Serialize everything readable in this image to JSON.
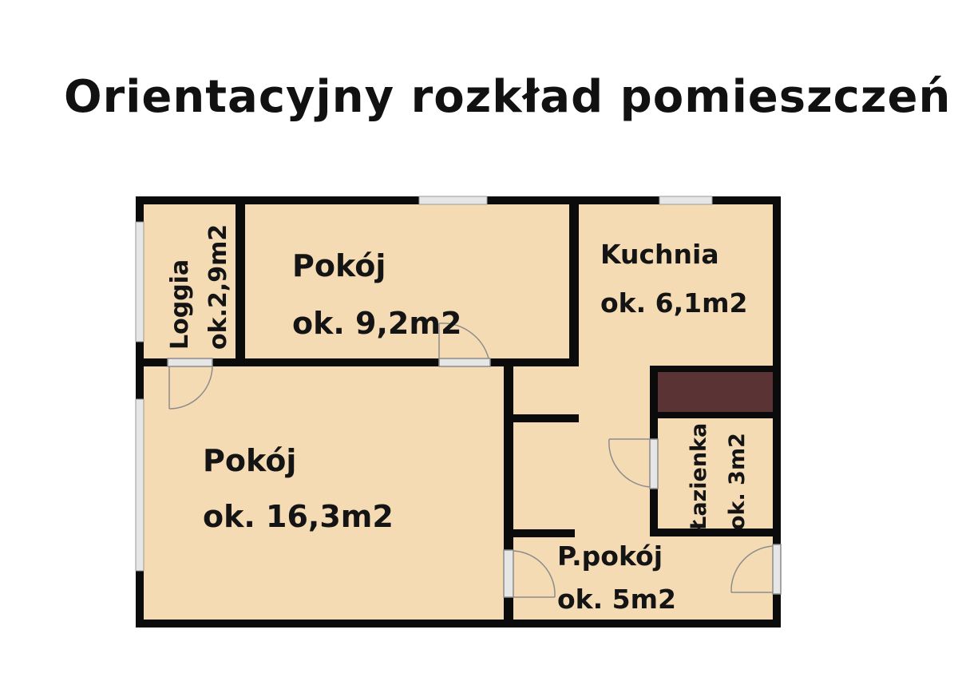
{
  "title": "Orientacyjny rozkład pomieszczeń",
  "colors": {
    "floor": "#f4dbb4",
    "wall": "#0b0b0b",
    "window": "#e6e6e6",
    "wardrobe": "#5a3434",
    "background": "#ffffff"
  },
  "rooms": {
    "loggia": {
      "name": "Loggia",
      "area": "ok.2,9m2"
    },
    "pokoj_small": {
      "name": "Pokój",
      "area": "ok. 9,2m2"
    },
    "kuchnia": {
      "name": "Kuchnia",
      "area": "ok. 6,1m2"
    },
    "pokoj_large": {
      "name": "Pokój",
      "area": "ok. 16,3m2"
    },
    "lazienka": {
      "name": "Łazienka",
      "area": "ok. 3m2"
    },
    "przedpokoj": {
      "name": "P.pokój",
      "area": "ok. 5m2"
    }
  }
}
